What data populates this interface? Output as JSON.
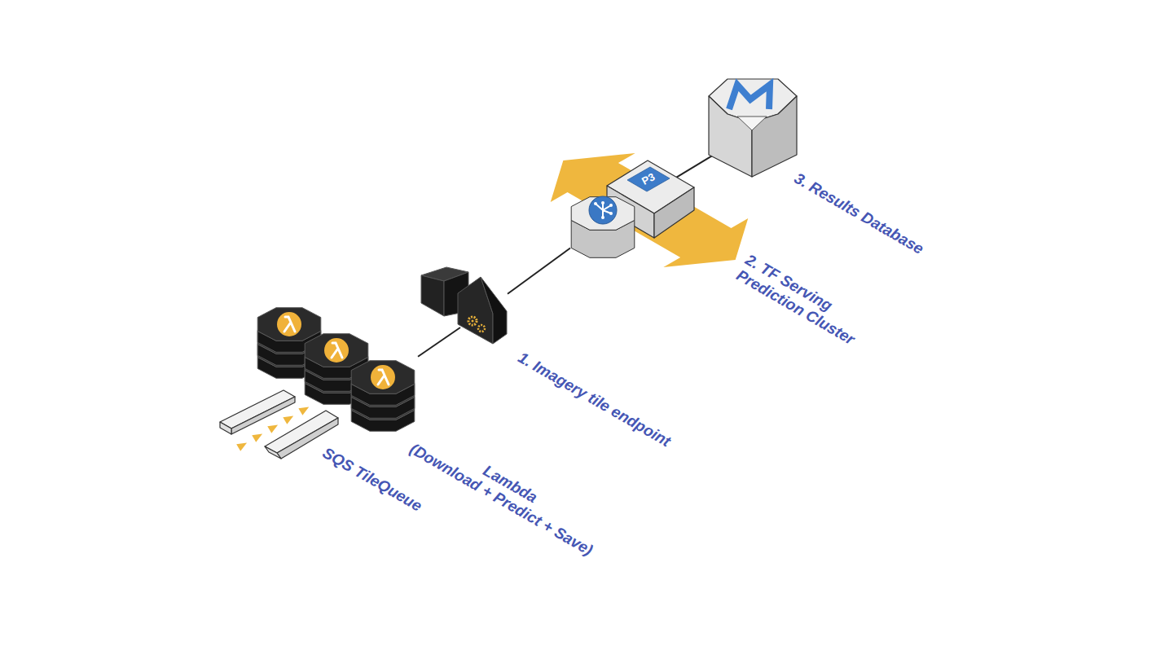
{
  "diagram": {
    "nodes": [
      {
        "text": [
          "SQS TileQueue"
        ]
      },
      {
        "text": [
          "Lambda",
          "(Download + Predict + Save)"
        ]
      },
      {
        "text": [
          "1. Imagery tile endpoint"
        ]
      },
      {
        "text": [
          "2. TF Serving Prediction Cluster"
        ]
      },
      {
        "text": [
          "3. Results Database"
        ]
      }
    ],
    "edges": [
      {
        "from": 0,
        "to": 1,
        "arrow": "to"
      },
      {
        "from": 1,
        "to": 2,
        "arrow": "none"
      },
      {
        "from": 2,
        "to": 3,
        "arrow": "none"
      },
      {
        "from": 3,
        "to": 4,
        "arrow": "none"
      }
    ],
    "labels": [
      "P3"
    ]
  }
}
